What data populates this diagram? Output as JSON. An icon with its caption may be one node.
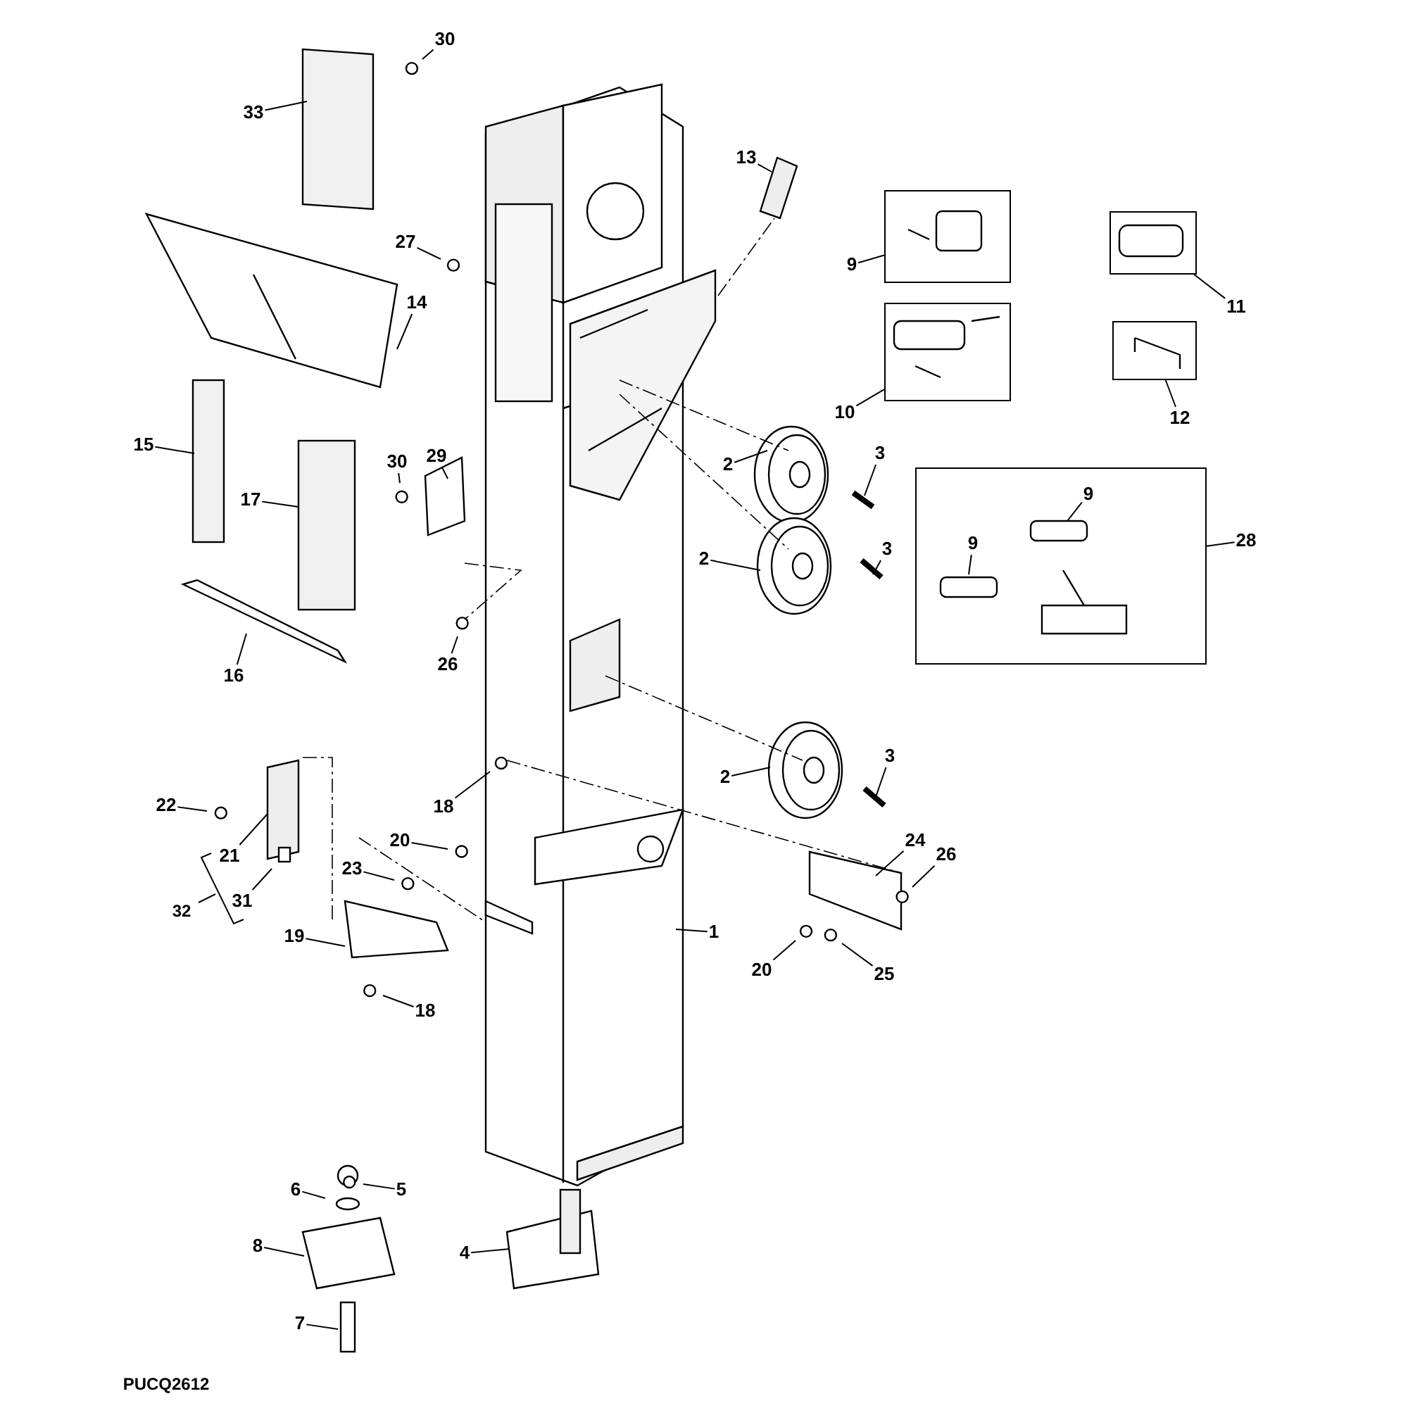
{
  "diagram": {
    "nodes": [
      {
        "text": [
          "30"
        ]
      },
      {
        "text": [
          "33"
        ]
      },
      {
        "text": [
          "13"
        ]
      },
      {
        "text": [],
        "shape": "box"
      },
      {
        "text": [
          "9"
        ]
      },
      {
        "text": [],
        "shape": "box"
      },
      {
        "text": [
          "11"
        ]
      },
      {
        "text": [
          "27"
        ]
      },
      {
        "text": [
          "14"
        ]
      },
      {
        "text": [],
        "shape": "box"
      },
      {
        "text": [],
        "shape": "box"
      },
      {
        "text": [
          "10"
        ]
      },
      {
        "text": [
          "12"
        ]
      },
      {
        "text": [
          "15"
        ]
      },
      {
        "text": [
          "30"
        ]
      },
      {
        "text": [
          "29"
        ]
      },
      {
        "text": [
          "2"
        ]
      },
      {
        "text": [
          "3"
        ]
      },
      {
        "text": [],
        "shape": "box"
      },
      {
        "text": [
          "28"
        ]
      },
      {
        "text": [
          "9"
        ],
        "in": 18
      },
      {
        "text": [
          "9"
        ],
        "in": 18
      },
      {
        "text": [
          "17"
        ]
      },
      {
        "text": [
          "2"
        ]
      },
      {
        "text": [
          "3"
        ]
      },
      {
        "text": [
          "26"
        ]
      },
      {
        "text": [
          "16"
        ]
      },
      {
        "text": [
          "2"
        ]
      },
      {
        "text": [
          "3"
        ]
      },
      {
        "text": [
          "22"
        ]
      },
      {
        "text": [
          "18"
        ]
      },
      {
        "text": [
          "20"
        ]
      },
      {
        "text": [
          "24"
        ]
      },
      {
        "text": [
          "26"
        ]
      },
      {
        "text": [
          "21"
        ]
      },
      {
        "text": [
          "23"
        ]
      },
      {
        "text": [
          "31"
        ]
      },
      {
        "text": [
          "19"
        ]
      },
      {
        "text": [
          "1"
        ]
      },
      {
        "text": [
          "20"
        ]
      },
      {
        "text": [
          "25"
        ]
      },
      {
        "text": [
          "18"
        ]
      },
      {
        "text": [
          "6"
        ]
      },
      {
        "text": [
          "5"
        ]
      },
      {
        "text": [
          "8"
        ]
      },
      {
        "text": [
          "4"
        ]
      },
      {
        "text": [
          "7"
        ]
      }
    ],
    "edges": [
      {
        "from": 0,
        "to": null,
        "arrow": "none"
      },
      {
        "from": 1,
        "to": null,
        "arrow": "none"
      },
      {
        "from": 2,
        "to": null,
        "arrow": "none"
      },
      {
        "from": 4,
        "to": 3,
        "arrow": "none"
      },
      {
        "from": 6,
        "to": 5,
        "arrow": "none"
      },
      {
        "from": 7,
        "to": null,
        "arrow": "none"
      },
      {
        "from": 8,
        "to": null,
        "arrow": "none"
      },
      {
        "from": 11,
        "to": 9,
        "arrow": "none"
      },
      {
        "from": 12,
        "to": 10,
        "arrow": "none"
      },
      {
        "from": 13,
        "to": null,
        "arrow": "none"
      },
      {
        "from": 14,
        "to": null,
        "arrow": "none"
      },
      {
        "from": 15,
        "to": null,
        "arrow": "none"
      },
      {
        "from": 16,
        "to": null,
        "arrow": "none"
      },
      {
        "from": 17,
        "to": null,
        "arrow": "none"
      },
      {
        "from": 19,
        "to": 18,
        "arrow": "none"
      },
      {
        "from": 20,
        "to": null,
        "arrow": "none"
      },
      {
        "from": 21,
        "to": null,
        "arrow": "none"
      },
      {
        "from": 22,
        "to": null,
        "arrow": "none"
      },
      {
        "from": 23,
        "to": null,
        "arrow": "none"
      },
      {
        "from": 24,
        "to": null,
        "arrow": "none"
      },
      {
        "from": 25,
        "to": null,
        "arrow": "none"
      },
      {
        "from": 26,
        "to": null,
        "arrow": "none"
      },
      {
        "from": 27,
        "to": null,
        "arrow": "none"
      },
      {
        "from": 28,
        "to": null,
        "arrow": "none"
      },
      {
        "from": 29,
        "to": null,
        "arrow": "none"
      },
      {
        "from": 30,
        "to": null,
        "arrow": "none"
      },
      {
        "from": 31,
        "to": null,
        "arrow": "none"
      },
      {
        "from": 32,
        "to": null,
        "arrow": "none"
      },
      {
        "from": 33,
        "to": null,
        "arrow": "none"
      },
      {
        "from": 34,
        "to": null,
        "arrow": "none"
      },
      {
        "from": 35,
        "to": null,
        "arrow": "none"
      },
      {
        "from": 36,
        "to": null,
        "arrow": "none"
      },
      {
        "from": 37,
        "to": null,
        "arrow": "none"
      },
      {
        "from": 38,
        "to": null,
        "arrow": "none"
      },
      {
        "from": 39,
        "to": null,
        "arrow": "none"
      },
      {
        "from": 40,
        "to": null,
        "arrow": "none"
      },
      {
        "from": 41,
        "to": null,
        "arrow": "none"
      },
      {
        "from": 42,
        "to": null,
        "arrow": "none"
      },
      {
        "from": 43,
        "to": null,
        "arrow": "none"
      },
      {
        "from": 44,
        "to": null,
        "arrow": "none"
      },
      {
        "from": 45,
        "to": null,
        "arrow": "none"
      },
      {
        "from": 46,
        "to": null,
        "arrow": "none"
      }
    ],
    "labels": [
      "32",
      "PUCQ2612"
    ]
  }
}
